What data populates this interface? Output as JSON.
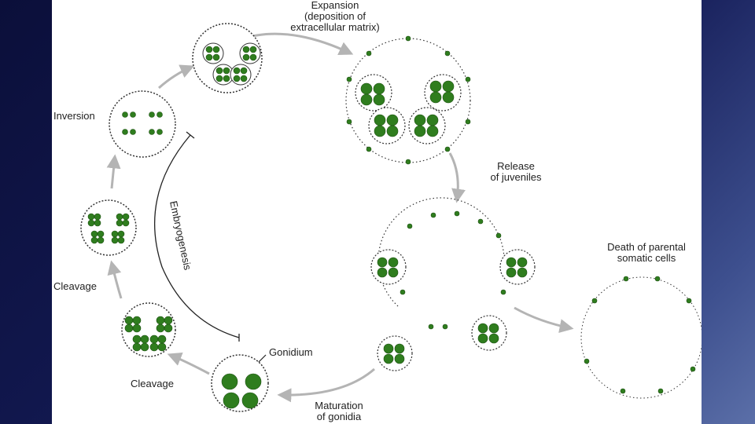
{
  "labels": {
    "expansion_line1": "Expansion",
    "expansion_line2": "(deposition of",
    "expansion_line3": "extracellular matrix)",
    "release_line1": "Release",
    "release_line2": "of juveniles",
    "death_line1": "Death of parental",
    "death_line2": "somatic cells",
    "inversion": "Inversion",
    "embryogenesis": "Embryogenesis",
    "cleavage_upper": "Cleavage",
    "cleavage_lower": "Cleavage",
    "gonidium": "Gonidium",
    "maturation_line1": "Maturation",
    "maturation_line2": "of gonidia"
  },
  "colors": {
    "cell_green": "#2f7d1e",
    "cell_stroke": "#1d4f12",
    "arrow_gray": "#b4b4b4",
    "outline": "#333333"
  }
}
